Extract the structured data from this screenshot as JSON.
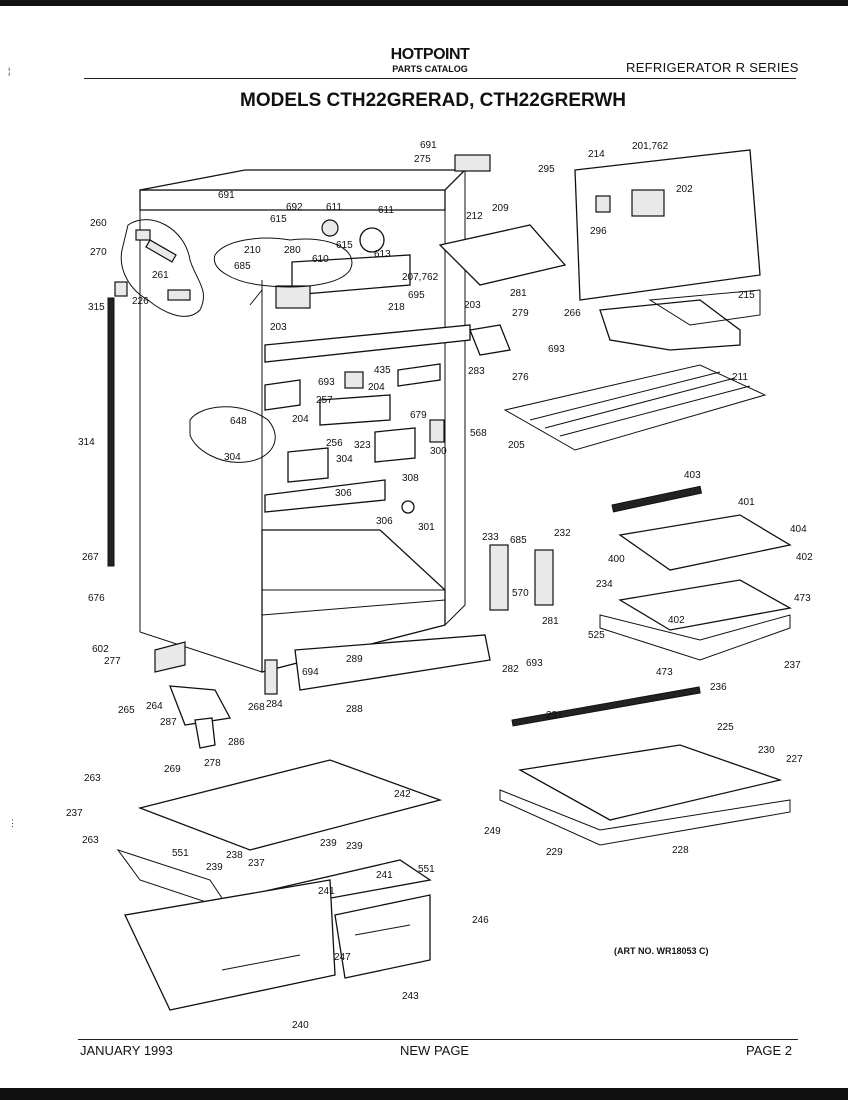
{
  "header": {
    "brand": "HOTPOINT",
    "catalog": "PARTS CATALOG",
    "series": "REFRIGERATOR R SERIES",
    "title": "MODELS CTH22GRERAD, CTH22GRERWH"
  },
  "diagram": {
    "art_number": "(ART NO. WR18053 C)",
    "part_labels": [
      "691",
      "275",
      "295",
      "214",
      "201,762",
      "202",
      "209",
      "212",
      "296",
      "691",
      "692",
      "611",
      "611",
      "615",
      "615",
      "610",
      "613",
      "260",
      "270",
      "261",
      "210",
      "280",
      "685",
      "207,762",
      "695",
      "315",
      "226",
      "218",
      "203",
      "203",
      "281",
      "279",
      "266",
      "215",
      "693",
      "283",
      "276",
      "211",
      "205",
      "693",
      "435",
      "204",
      "204",
      "257",
      "679",
      "648",
      "256",
      "323",
      "304",
      "304",
      "300",
      "568",
      "308",
      "306",
      "306",
      "301",
      "314",
      "233",
      "685",
      "232",
      "403",
      "401",
      "404",
      "400",
      "402",
      "234",
      "570",
      "281",
      "525",
      "473",
      "402",
      "473",
      "237",
      "236",
      "282",
      "693",
      "267",
      "676",
      "602",
      "277",
      "289",
      "694",
      "284",
      "288",
      "265",
      "264",
      "287",
      "268",
      "286",
      "278",
      "269",
      "231",
      "225",
      "230",
      "227",
      "263",
      "242",
      "237",
      "249",
      "263",
      "551",
      "238",
      "239",
      "239",
      "239",
      "237",
      "551",
      "241",
      "241",
      "229",
      "228",
      "246",
      "247",
      "243",
      "240"
    ]
  },
  "footer": {
    "date": "JANUARY 1993",
    "note": "NEW PAGE",
    "page": "PAGE 2"
  }
}
